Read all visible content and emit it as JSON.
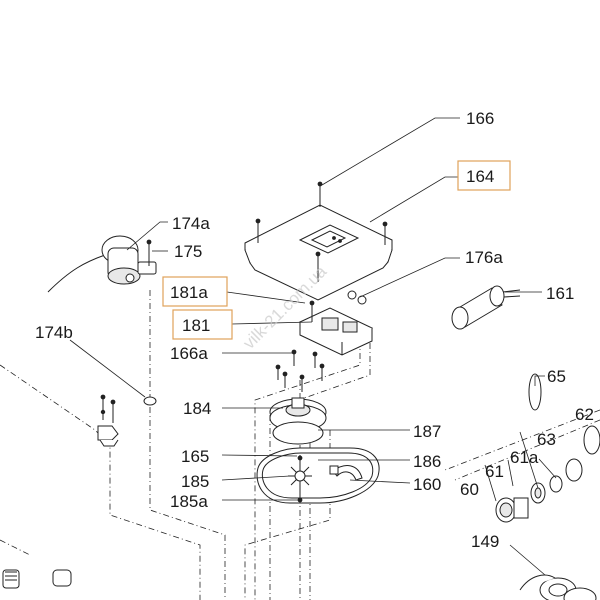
{
  "diagram": {
    "callouts": [
      "166",
      "164",
      "174a",
      "175",
      "176a",
      "161",
      "181a",
      "181",
      "174b",
      "166a",
      "65",
      "62",
      "184",
      "63",
      "187",
      "165",
      "61a",
      "186",
      "185",
      "61",
      "160",
      "185a",
      "60",
      "149"
    ],
    "highlighted": [
      "164",
      "181a",
      "181"
    ],
    "watermark": "vilk-21.com.ua"
  },
  "colors": {
    "highlight_box": "#e0a25a",
    "line": "#222222",
    "background": "#ffffff"
  }
}
